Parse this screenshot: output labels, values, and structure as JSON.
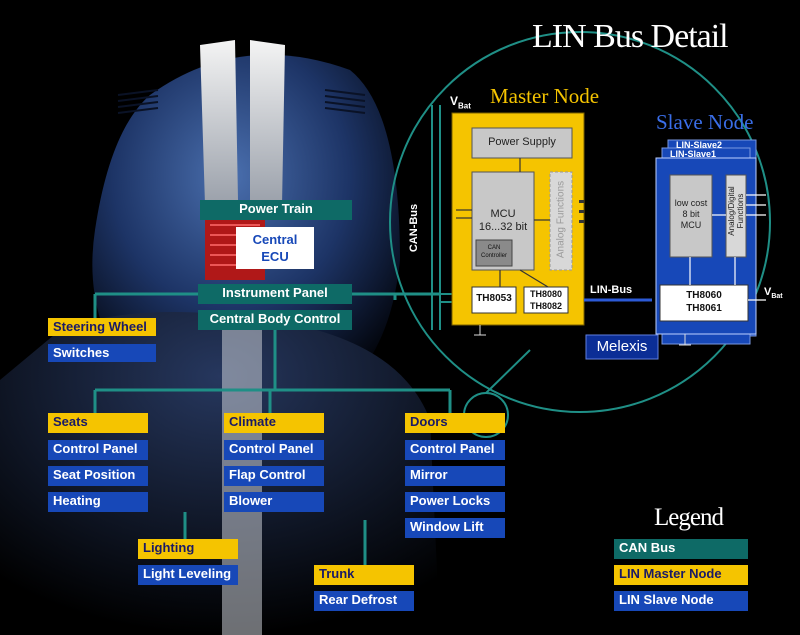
{
  "diagram": {
    "lin_title": "LIN Bus Detail",
    "central_ecu": [
      "Central",
      "ECU"
    ],
    "can_boxes": {
      "power_train": "Power Train",
      "instrument_panel": "Instrument Panel",
      "central_body_control": "Central Body Control"
    },
    "left_group": {
      "master": "Steering Wheel",
      "slaves": [
        "Switches"
      ]
    },
    "seats_group": {
      "master": "Seats",
      "slaves": [
        "Control Panel",
        "Seat Position",
        "Heating"
      ]
    },
    "climate_group": {
      "master": "Climate",
      "slaves": [
        "Control Panel",
        "Flap Control",
        "Blower"
      ]
    },
    "doors_group": {
      "master": "Doors",
      "slaves": [
        "Control Panel",
        "Mirror",
        "Power Locks",
        "Window Lift"
      ]
    },
    "lighting_group": {
      "master": "Lighting",
      "slaves": [
        "Light Leveling"
      ]
    },
    "trunk_group": {
      "master": "Trunk",
      "slaves": [
        "Rear Defrost"
      ]
    },
    "detail": {
      "master_node": "Master Node",
      "slave_node": "Slave Node",
      "vbat": "V",
      "vbat_sub": "Bat",
      "power_supply": "Power Supply",
      "mcu": [
        "MCU",
        "16...32 bit"
      ],
      "can_controller": [
        "CAN",
        "Controller"
      ],
      "analog_functions": "Analog Functions",
      "th8053": "TH8053",
      "th8080": [
        "TH8080",
        "TH8082"
      ],
      "can_bus": "CAN-Bus",
      "lin_bus": "LIN-Bus",
      "lin_slave2": "LIN-Slave2",
      "lin_slave1": "LIN-Slave1",
      "slave_mcu": [
        "low cost",
        "8 bit",
        "MCU"
      ],
      "analog_digital": [
        "Analog/Digital",
        "Functions"
      ],
      "th8060": [
        "TH8060",
        "TH8061"
      ],
      "brand": "Melexis"
    },
    "legend": {
      "title": "Legend",
      "items": [
        "CAN Bus",
        "LIN Master Node",
        "LIN Slave Node"
      ]
    },
    "colors": {
      "can_bus": "#0e6a66",
      "lin_master": "#f5c400",
      "lin_slave": "#1748b8",
      "bus_line": "#1f8f86"
    }
  }
}
